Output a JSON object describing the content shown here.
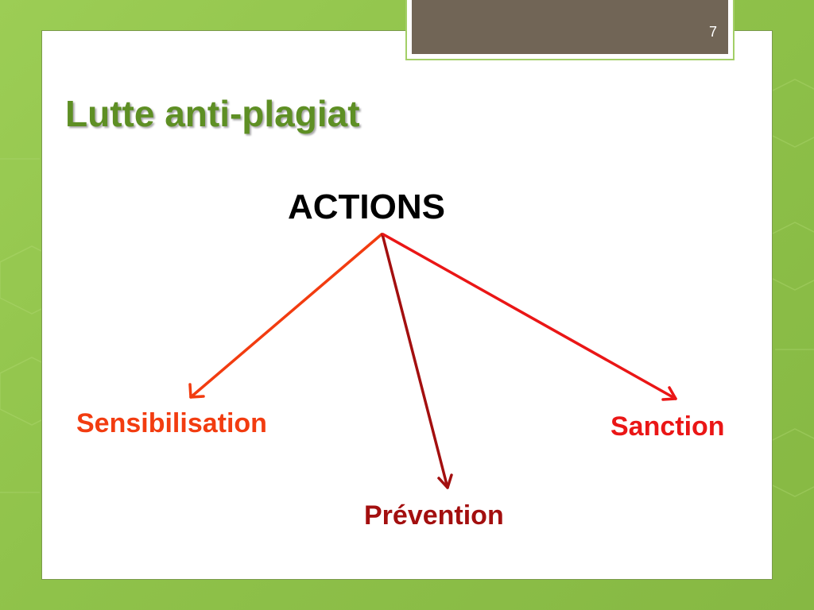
{
  "slide": {
    "number": "7",
    "title": "Lutte anti-plagiat"
  },
  "diagram": {
    "root": "ACTIONS",
    "nodes": [
      {
        "label": "Sensibilisation",
        "color": "#f23c10"
      },
      {
        "label": "Prévention",
        "color": "#a30f0f"
      },
      {
        "label": "Sanction",
        "color": "#ea1616"
      }
    ]
  },
  "colors": {
    "background": "#8fc24a",
    "title": "#5e8f24",
    "number_box": "#716556",
    "arrow_sensibilisation": "#f23c10",
    "arrow_prevention": "#a30f0f",
    "arrow_sanction": "#ea1616"
  }
}
